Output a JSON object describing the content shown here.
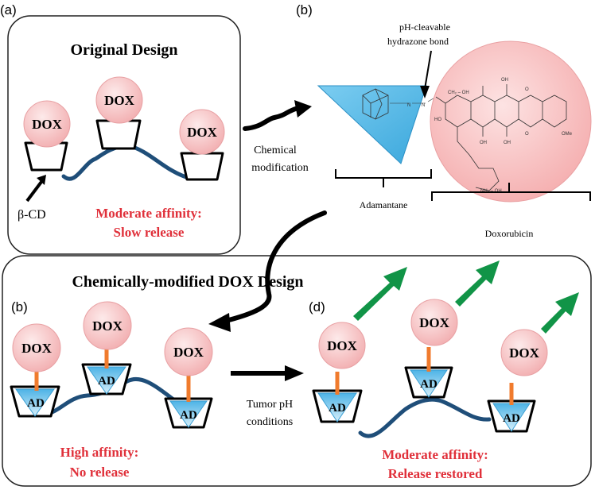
{
  "panels": {
    "a": "(a)",
    "b_top": "(b)",
    "b_bottom": "(b)",
    "d": "(d)"
  },
  "original": {
    "title": "Original Design",
    "dox_label": "DOX",
    "beta_cd_label": "β-CD",
    "affinity_line1": "Moderate affinity:",
    "affinity_line2": "Slow release"
  },
  "chemistry": {
    "step_line1": "Chemical",
    "step_line2": "modification",
    "bond_line1": "pH-cleavable",
    "bond_line2": "hydrazone bond",
    "adamantane": "Adamantane",
    "doxorubicin": "Doxorubicin"
  },
  "modified": {
    "title": "Chemically-modified DOX Design",
    "dox_label": "DOX",
    "ad_label": "AD",
    "high_line1": "High affinity:",
    "high_line2": "No release",
    "tumor_line1": "Tumor pH",
    "tumor_line2": "conditions",
    "restored_line1": "Moderate affinity:",
    "restored_line2": "Release restored"
  },
  "colors": {
    "dox_fill": "#f7c8c8",
    "accent_red": "#e0303a",
    "arrow_green": "#119447",
    "ad_blue": "#8fd0ee",
    "polymer": "#1f4e79",
    "linker": "#f07b2d"
  }
}
